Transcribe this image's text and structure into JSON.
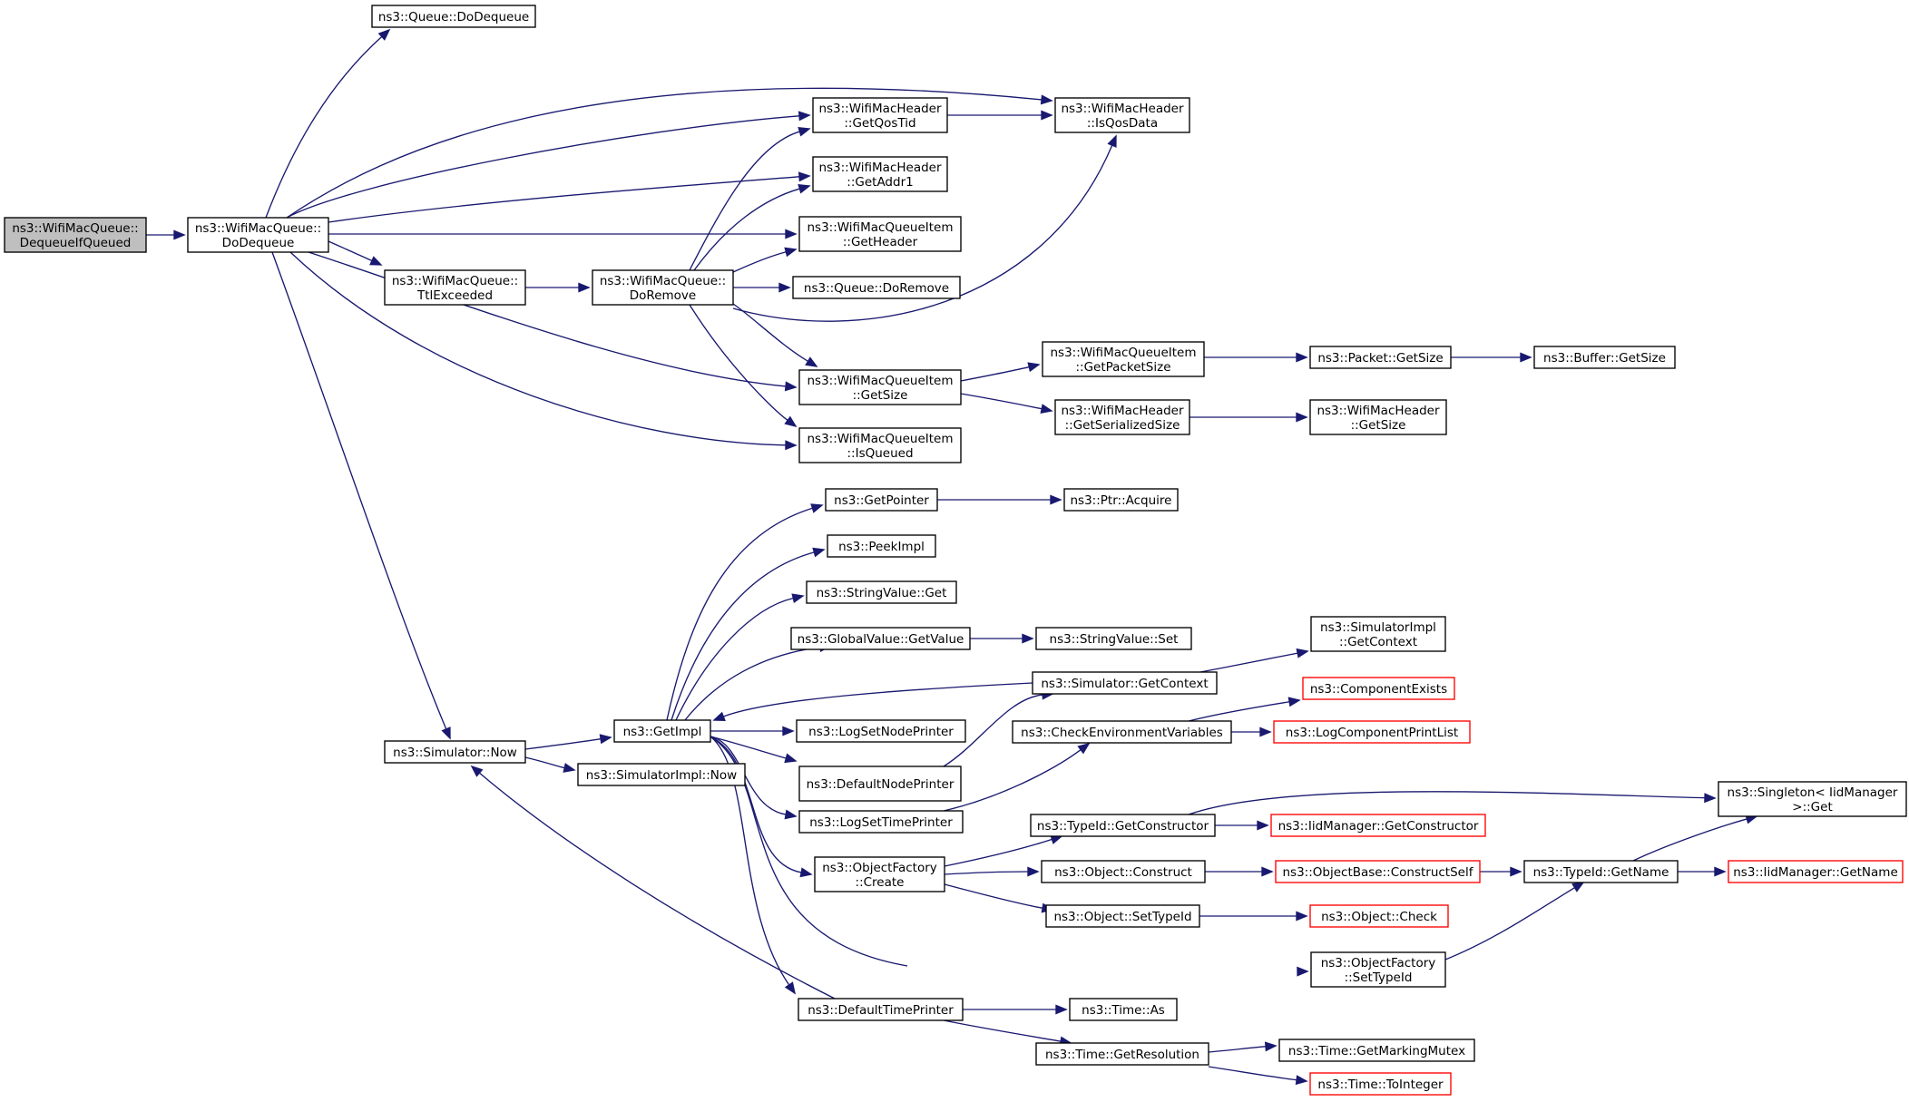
{
  "colors": {
    "edge": "#191970",
    "node_border": "#000000",
    "node_border_truncated": "#ff0000",
    "node_fill": "#ffffff",
    "root_fill": "#bfbfbf"
  },
  "nodes": [
    {
      "id": "n0",
      "lines": [
        "ns3::WifiMacQueue::",
        "DequeueIfQueued"
      ],
      "root": true
    },
    {
      "id": "n1",
      "lines": [
        "ns3::WifiMacQueue::",
        "DoDequeue"
      ]
    },
    {
      "id": "n2",
      "lines": [
        "ns3::Queue::DoDequeue"
      ]
    },
    {
      "id": "n3",
      "lines": [
        "ns3::WifiMacHeader",
        "::GetQosTid"
      ]
    },
    {
      "id": "n4",
      "lines": [
        "ns3::WifiMacHeader",
        "::IsQosData"
      ]
    },
    {
      "id": "n5",
      "lines": [
        "ns3::WifiMacHeader",
        "::GetAddr1"
      ]
    },
    {
      "id": "n6",
      "lines": [
        "ns3::WifiMacQueueItem",
        "::GetHeader"
      ]
    },
    {
      "id": "n7",
      "lines": [
        "ns3::WifiMacQueueItem",
        "::GetSize"
      ]
    },
    {
      "id": "n8",
      "lines": [
        "ns3::WifiMacQueueItem",
        "::GetPacketSize"
      ]
    },
    {
      "id": "n9",
      "lines": [
        "ns3::Packet::GetSize"
      ]
    },
    {
      "id": "n10",
      "lines": [
        "ns3::Buffer::GetSize"
      ]
    },
    {
      "id": "n11",
      "lines": [
        "ns3::WifiMacHeader",
        "::GetSerializedSize"
      ]
    },
    {
      "id": "n12",
      "lines": [
        "ns3::WifiMacHeader",
        "::GetSize"
      ]
    },
    {
      "id": "n13",
      "lines": [
        "ns3::WifiMacQueueItem",
        "::IsQueued"
      ]
    },
    {
      "id": "n14",
      "lines": [
        "ns3::Simulator::Now"
      ]
    },
    {
      "id": "n15",
      "lines": [
        "ns3::GetImpl"
      ]
    },
    {
      "id": "n16",
      "lines": [
        "ns3::GetPointer"
      ]
    },
    {
      "id": "n17",
      "lines": [
        "ns3::Ptr::Acquire"
      ]
    },
    {
      "id": "n18",
      "lines": [
        "ns3::PeekImpl"
      ]
    },
    {
      "id": "n19",
      "lines": [
        "ns3::StringValue::Get"
      ]
    },
    {
      "id": "n20",
      "lines": [
        "ns3::GlobalValue::GetValue"
      ]
    },
    {
      "id": "n21",
      "lines": [
        "ns3::StringValue::Set"
      ]
    },
    {
      "id": "n22",
      "lines": [
        "ns3::LogSetNodePrinter"
      ]
    },
    {
      "id": "n23",
      "lines": [
        "ns3::DefaultNodePrinter"
      ]
    },
    {
      "id": "n24",
      "lines": [
        "ns3::Simulator::GetContext"
      ]
    },
    {
      "id": "n25",
      "lines": [
        "ns3::SimulatorImpl",
        "::GetContext"
      ]
    },
    {
      "id": "n26",
      "lines": [
        "ns3::LogSetTimePrinter"
      ]
    },
    {
      "id": "n27",
      "lines": [
        "ns3::CheckEnvironmentVariables"
      ]
    },
    {
      "id": "n28",
      "lines": [
        "ns3::ComponentExists"
      ],
      "truncated": true
    },
    {
      "id": "n29",
      "lines": [
        "ns3::LogComponentPrintList"
      ],
      "truncated": true
    },
    {
      "id": "n30",
      "lines": [
        "ns3::ObjectFactory",
        "::Create"
      ]
    },
    {
      "id": "n31",
      "lines": [
        "ns3::TypeId::GetConstructor"
      ]
    },
    {
      "id": "n32",
      "lines": [
        "ns3::IidManager::GetConstructor"
      ],
      "truncated": true
    },
    {
      "id": "n33",
      "lines": [
        "ns3::Singleton< IidManager",
        " >::Get"
      ]
    },
    {
      "id": "n34",
      "lines": [
        "ns3::Object::Construct"
      ]
    },
    {
      "id": "n35",
      "lines": [
        "ns3::ObjectBase::ConstructSelf"
      ],
      "truncated": true
    },
    {
      "id": "n36",
      "lines": [
        "ns3::TypeId::GetName"
      ]
    },
    {
      "id": "n37",
      "lines": [
        "ns3::IidManager::GetName"
      ],
      "truncated": true
    },
    {
      "id": "n38",
      "lines": [
        "ns3::Object::SetTypeId"
      ]
    },
    {
      "id": "n39",
      "lines": [
        "ns3::Object::Check"
      ],
      "truncated": true
    },
    {
      "id": "n40",
      "lines": [
        "ns3::ObjectFactory",
        "::SetTypeId"
      ]
    },
    {
      "id": "n41",
      "lines": [
        "ns3::DefaultTimePrinter"
      ]
    },
    {
      "id": "n42",
      "lines": [
        "ns3::Time::As"
      ]
    },
    {
      "id": "n43",
      "lines": [
        "ns3::Time::GetResolution"
      ]
    },
    {
      "id": "n44",
      "lines": [
        "ns3::Time::GetMarkingMutex"
      ]
    },
    {
      "id": "n45",
      "lines": [
        "ns3::Time::ToInteger"
      ],
      "truncated": true
    },
    {
      "id": "n46",
      "lines": [
        "ns3::SimulatorImpl::Now"
      ]
    },
    {
      "id": "n47",
      "lines": [
        "ns3::WifiMacQueue::",
        "TtlExceeded"
      ]
    },
    {
      "id": "n48",
      "lines": [
        "ns3::WifiMacQueue::",
        "DoRemove"
      ]
    },
    {
      "id": "n49",
      "lines": [
        "ns3::Queue::DoRemove"
      ]
    }
  ],
  "edges": [
    {
      "from": "n0",
      "to": "n1"
    },
    {
      "from": "n1",
      "to": "n2"
    },
    {
      "from": "n1",
      "to": "n3"
    },
    {
      "from": "n1",
      "to": "n4"
    },
    {
      "from": "n1",
      "to": "n5"
    },
    {
      "from": "n1",
      "to": "n6"
    },
    {
      "from": "n1",
      "to": "n7"
    },
    {
      "from": "n1",
      "to": "n13"
    },
    {
      "from": "n1",
      "to": "n14"
    },
    {
      "from": "n1",
      "to": "n47"
    },
    {
      "from": "n3",
      "to": "n4"
    },
    {
      "from": "n7",
      "to": "n8"
    },
    {
      "from": "n7",
      "to": "n11"
    },
    {
      "from": "n8",
      "to": "n9"
    },
    {
      "from": "n9",
      "to": "n10"
    },
    {
      "from": "n11",
      "to": "n12"
    },
    {
      "from": "n14",
      "to": "n15"
    },
    {
      "from": "n14",
      "to": "n46"
    },
    {
      "from": "n15",
      "to": "n16"
    },
    {
      "from": "n15",
      "to": "n18"
    },
    {
      "from": "n15",
      "to": "n19"
    },
    {
      "from": "n15",
      "to": "n20"
    },
    {
      "from": "n15",
      "to": "n22"
    },
    {
      "from": "n15",
      "to": "n23"
    },
    {
      "from": "n15",
      "to": "n26"
    },
    {
      "from": "n15",
      "to": "n30"
    },
    {
      "from": "n15",
      "to": "n40"
    },
    {
      "from": "n15",
      "to": "n41"
    },
    {
      "from": "n16",
      "to": "n17"
    },
    {
      "from": "n20",
      "to": "n21"
    },
    {
      "from": "n23",
      "to": "n24"
    },
    {
      "from": "n24",
      "to": "n15"
    },
    {
      "from": "n24",
      "to": "n25"
    },
    {
      "from": "n26",
      "to": "n27"
    },
    {
      "from": "n27",
      "to": "n28"
    },
    {
      "from": "n27",
      "to": "n29"
    },
    {
      "from": "n30",
      "to": "n31"
    },
    {
      "from": "n30",
      "to": "n34"
    },
    {
      "from": "n30",
      "to": "n38"
    },
    {
      "from": "n31",
      "to": "n32"
    },
    {
      "from": "n31",
      "to": "n33"
    },
    {
      "from": "n34",
      "to": "n35"
    },
    {
      "from": "n35",
      "to": "n36"
    },
    {
      "from": "n36",
      "to": "n33"
    },
    {
      "from": "n36",
      "to": "n37"
    },
    {
      "from": "n38",
      "to": "n39"
    },
    {
      "from": "n40",
      "to": "n36"
    },
    {
      "from": "n41",
      "to": "n14"
    },
    {
      "from": "n41",
      "to": "n42"
    },
    {
      "from": "n41",
      "to": "n43"
    },
    {
      "from": "n43",
      "to": "n44"
    },
    {
      "from": "n43",
      "to": "n45"
    },
    {
      "from": "n47",
      "to": "n48"
    },
    {
      "from": "n48",
      "to": "n3"
    },
    {
      "from": "n48",
      "to": "n4"
    },
    {
      "from": "n48",
      "to": "n5"
    },
    {
      "from": "n48",
      "to": "n6"
    },
    {
      "from": "n48",
      "to": "n7"
    },
    {
      "from": "n48",
      "to": "n13"
    },
    {
      "from": "n48",
      "to": "n49"
    }
  ]
}
